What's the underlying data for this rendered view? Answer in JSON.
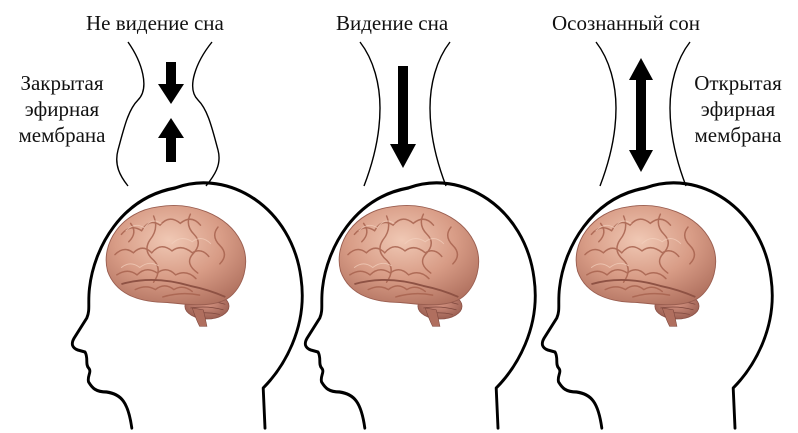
{
  "titles": {
    "panel1": "Не видение сна",
    "panel2": "Видение сна",
    "panel3": "Осознанный сон"
  },
  "left_label": {
    "line1": "Закрытая",
    "line2": "эфирная",
    "line3": "мембрана"
  },
  "right_label": {
    "line1": "Открытая",
    "line2": "эфирная",
    "line3": "мембрана"
  },
  "colors": {
    "outline": "#000000",
    "brain_base": "#d79b84",
    "brain_shadow": "#a9685a",
    "brain_highlight": "#ecc0ac",
    "cerebellum": "#b9766a"
  }
}
